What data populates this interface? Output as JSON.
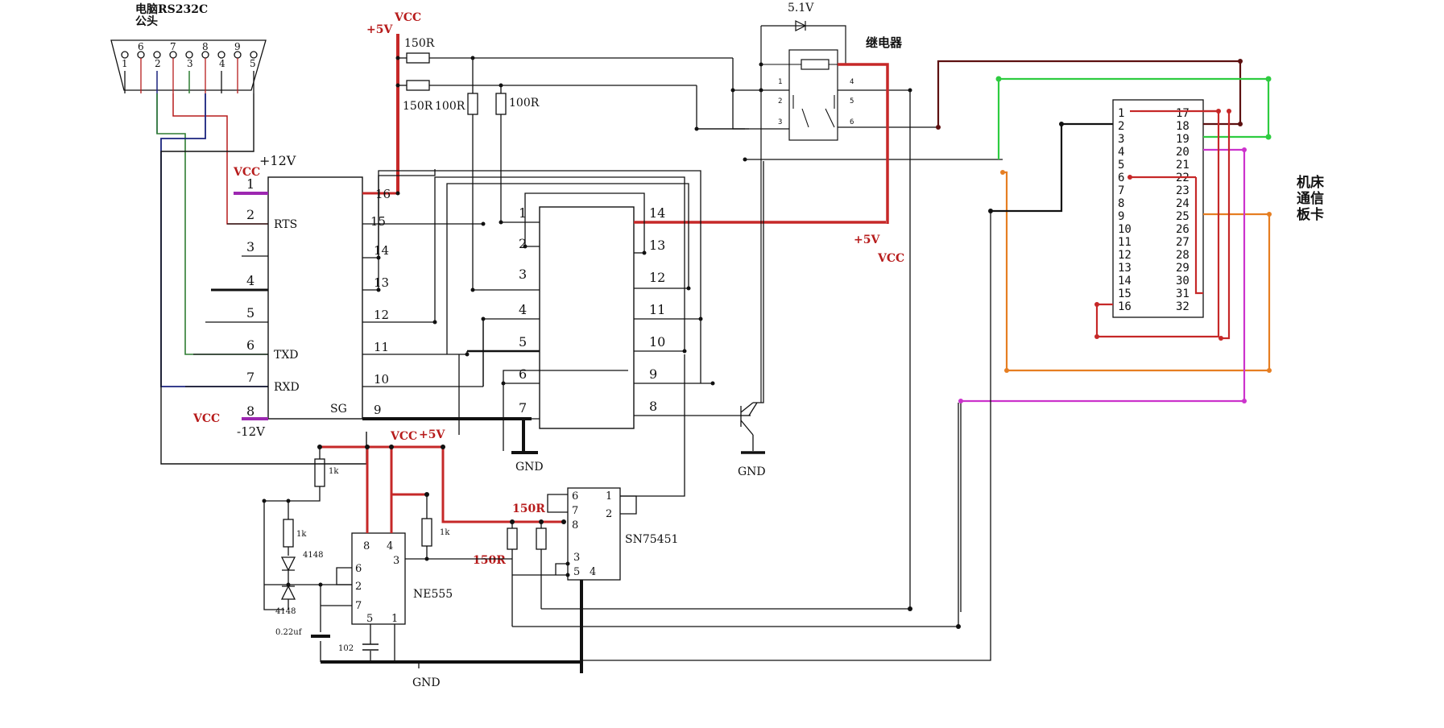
{
  "rs232": {
    "title_line1": "电脑RS232C",
    "title_line2": "公头",
    "top_pins": [
      "6",
      "7",
      "8",
      "9"
    ],
    "bottom_pins": [
      "1",
      "2",
      "3",
      "4",
      "5"
    ]
  },
  "max232": {
    "left_pins": [
      "1",
      "2",
      "3",
      "4",
      "5",
      "6",
      "7",
      "8"
    ],
    "left_labels": {
      "rts": "RTS",
      "txd": "TXD",
      "rxd": "RXD",
      "sg": "SG"
    },
    "right_pins": [
      "16",
      "15",
      "14",
      "13",
      "12",
      "11",
      "10",
      "9"
    ]
  },
  "ic2": {
    "left_pins": [
      "1",
      "2",
      "3",
      "4",
      "5",
      "6",
      "7"
    ],
    "right_pins": [
      "14",
      "13",
      "12",
      "11",
      "10",
      "9",
      "8"
    ]
  },
  "ne555": {
    "name": "NE555",
    "pins": {
      "p8": "8",
      "p4": "4",
      "p6": "6",
      "p2": "2",
      "p7": "7",
      "p3": "3",
      "p5": "5",
      "p1": "1"
    }
  },
  "sn75451": {
    "name": "SN75451",
    "pins": {
      "p6": "6",
      "p7": "7",
      "p8": "8",
      "p1": "1",
      "p2": "2",
      "p3": "3",
      "p5": "5",
      "p4": "4"
    }
  },
  "relay": {
    "label": "继电器",
    "zener": "5.1V",
    "pins": [
      "1",
      "2",
      "3",
      "4",
      "5",
      "6"
    ]
  },
  "card": {
    "label_chars": [
      "机床",
      "通信",
      "板卡"
    ],
    "left_pins": [
      "1",
      "2",
      "3",
      "4",
      "5",
      "6",
      "7",
      "8",
      "9",
      "10",
      "11",
      "12",
      "13",
      "14",
      "15",
      "16"
    ],
    "right_pins": [
      "17",
      "18",
      "19",
      "20",
      "21",
      "22",
      "23",
      "24",
      "25",
      "26",
      "27",
      "28",
      "29",
      "30",
      "31",
      "32"
    ]
  },
  "labels": {
    "vcc": "VCC",
    "plus5v": "+5V",
    "plus12v": "+12V",
    "minus12v": "-12V",
    "gnd": "GND",
    "r150": "150R",
    "r100": "100R",
    "r1k": "1k",
    "d4148": "4148",
    "c022": "0.22uf",
    "c102": "102"
  }
}
